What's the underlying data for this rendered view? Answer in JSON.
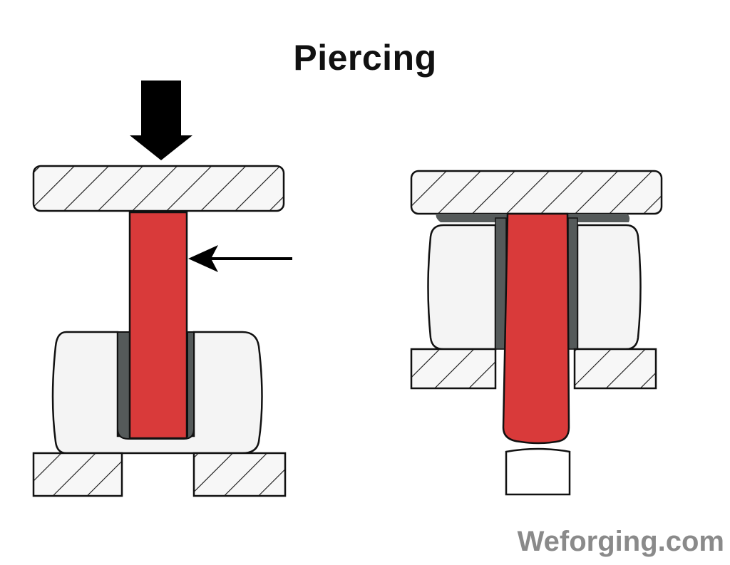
{
  "title": "Piercing",
  "watermark": "Weforging.com",
  "colors": {
    "punch": "#d93a3a",
    "tool_fill": "#f7f7f7",
    "workpiece_fill": "#f4f4f4",
    "flash": "#555a5a",
    "stroke": "#111111",
    "arrow": "#000000",
    "watermark": "#8a8a8a"
  },
  "figures": [
    {
      "name": "piercing-start",
      "parts": [
        "top-die",
        "punch",
        "workpiece",
        "bottom-die",
        "press-arrow",
        "pointer-arrow"
      ]
    },
    {
      "name": "piercing-through",
      "parts": [
        "top-die",
        "punch",
        "workpiece",
        "bottom-die",
        "slug"
      ]
    }
  ]
}
